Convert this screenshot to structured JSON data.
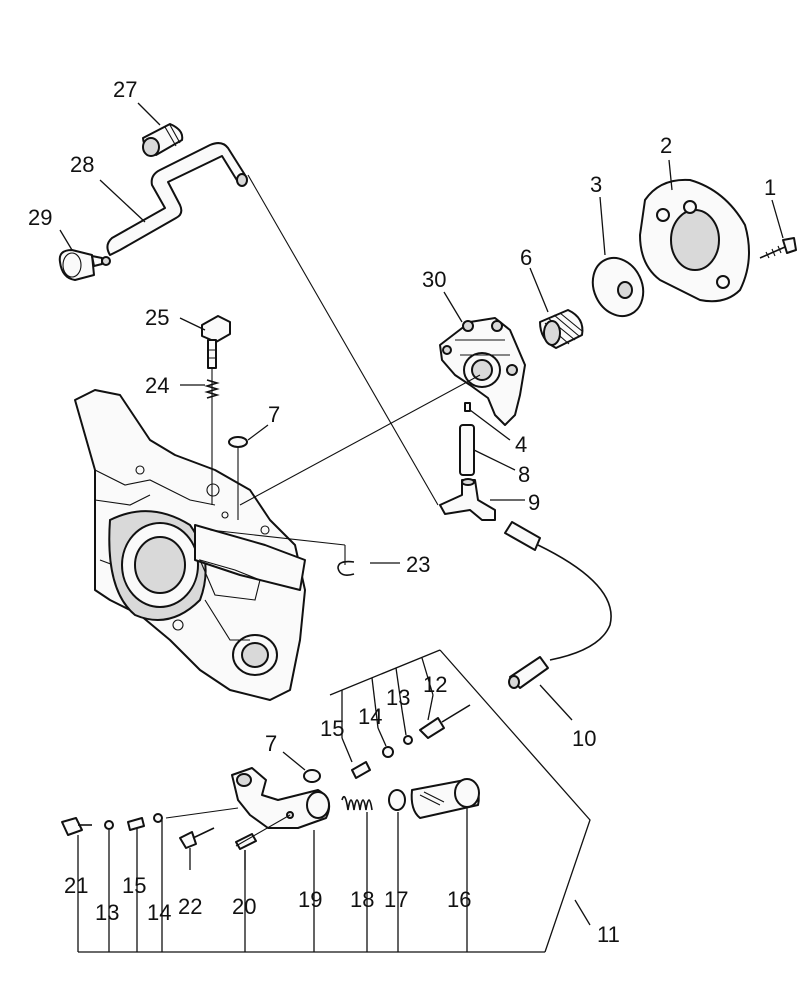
{
  "callouts": {
    "c1": "1",
    "c2": "2",
    "c3": "3",
    "c4": "4",
    "c6": "6",
    "c7a": "7",
    "c7b": "7",
    "c8": "8",
    "c9": "9",
    "c10": "10",
    "c11": "11",
    "c12": "12",
    "c13a": "13",
    "c13b": "13",
    "c14a": "14",
    "c14b": "14",
    "c15a": "15",
    "c15b": "15",
    "c16": "16",
    "c17": "17",
    "c18": "18",
    "c19": "19",
    "c20": "20",
    "c21": "21",
    "c22": "22",
    "c23": "23",
    "c24": "24",
    "c25": "25",
    "c27": "27",
    "c28": "28",
    "c29": "29",
    "c30": "30"
  }
}
